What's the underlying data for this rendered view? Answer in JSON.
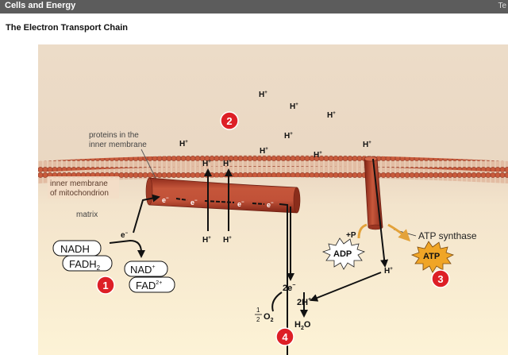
{
  "header": {
    "title": "Cells and Energy",
    "right_fragment": "Te"
  },
  "page": {
    "heading": "The Electron Transport Chain"
  },
  "diagram": {
    "proteins_label_line1": "proteins in the",
    "proteins_label_line2": "inner membrane",
    "membrane_label_line1": "inner membrane",
    "membrane_label_line2": "of mitochondrion",
    "matrix_label": "matrix",
    "h_plus": "H",
    "plus_sup": "+",
    "electron": "e",
    "minus_sup": "−",
    "nadh": "NADH",
    "fadh2": "FADH",
    "sub_2": "2",
    "nad": "NAD",
    "fad": "FAD",
    "sup_2plus": "2+",
    "adp": "ADP",
    "plus_p": "+P",
    "atp": "ATP",
    "atp_synthase": "ATP synthase",
    "two_e": "2e",
    "two_h": "2H",
    "half_num": "1",
    "half_den": "2",
    "o2": "O",
    "h2o_h": "H",
    "h2o_o": "O",
    "step1": "1",
    "step2": "2",
    "step3": "3",
    "step4": "4",
    "colors": {
      "background_top": "#ecdcc8",
      "background_bottom": "#fdf3d6",
      "membrane": "#c85b3c",
      "protein": "#b5442c",
      "badge": "#dd1f26",
      "atp_star": "#f0a526",
      "arrow_orange": "#e3a23a"
    }
  }
}
